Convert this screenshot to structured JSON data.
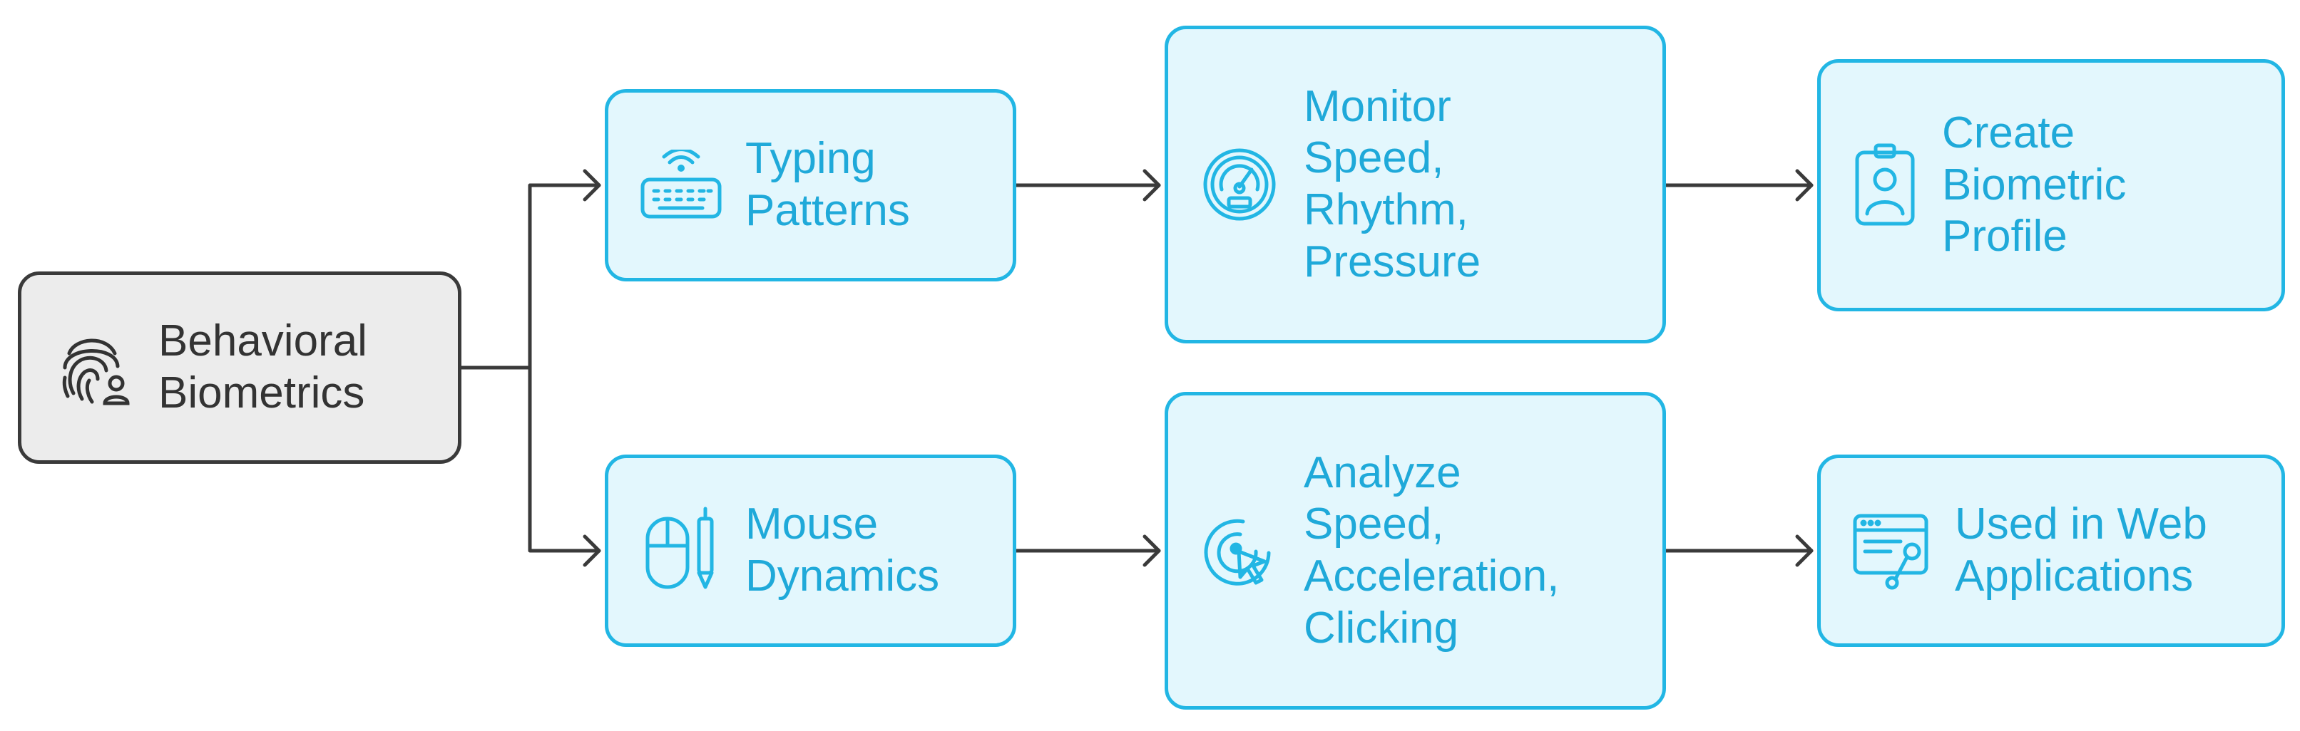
{
  "colors": {
    "accent": "#22b6e4",
    "accent_text": "#1fa9d9",
    "node_fill": "#e3f7fd",
    "root_fill": "#ececec",
    "root_border": "#3a3a3a",
    "connector": "#3a3a3a"
  },
  "nodes": {
    "root": {
      "label": "Behavioral\nBiometrics",
      "icon": "fingerprint-user-icon"
    },
    "typing": {
      "label": "Typing\nPatterns",
      "icon": "keyboard-icon"
    },
    "monitor": {
      "label": "Monitor\nSpeed,\nRhythm,\nPressure",
      "icon": "speedometer-icon"
    },
    "profile": {
      "label": "Create\nBiometric\nProfile",
      "icon": "id-badge-icon"
    },
    "mouse": {
      "label": "Mouse\nDynamics",
      "icon": "mouse-pen-icon"
    },
    "analyze": {
      "label": "Analyze\nSpeed,\nAcceleration,\nClicking",
      "icon": "cursor-click-icon"
    },
    "web": {
      "label": "Used in Web\nApplications",
      "icon": "browser-window-icon"
    }
  }
}
